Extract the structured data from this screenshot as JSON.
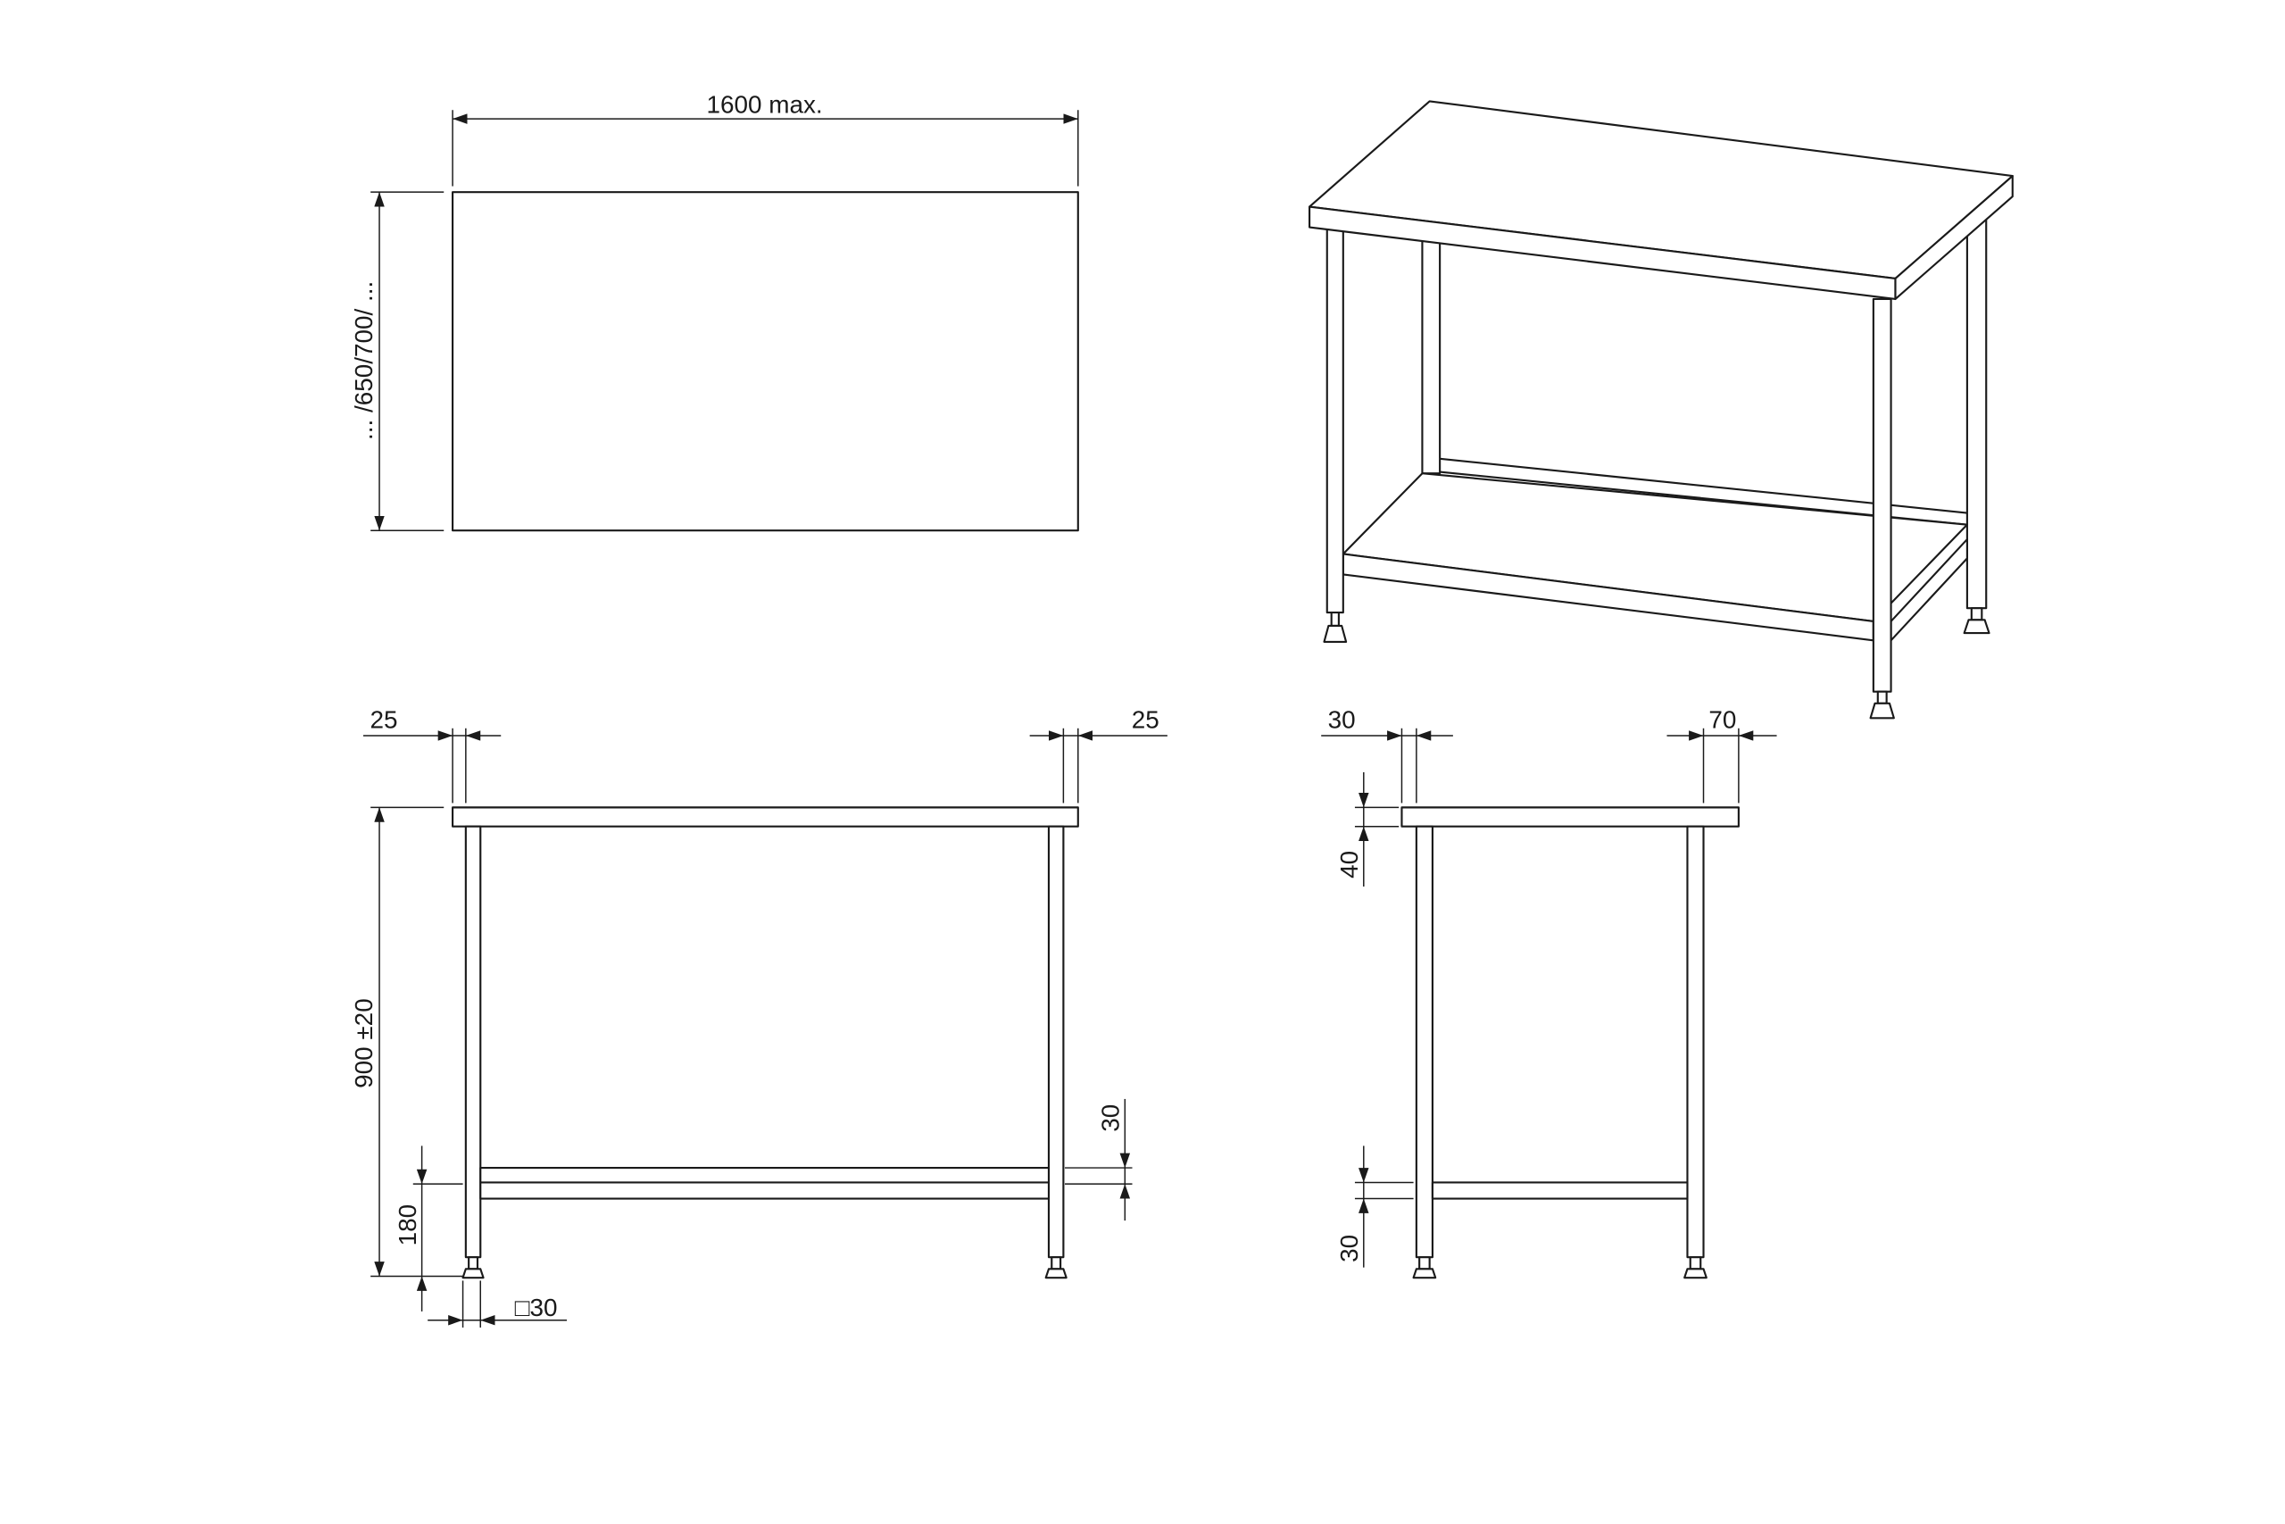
{
  "top_view": {
    "width_label": "1600 max.",
    "depth_label": "... /650/700/ ..."
  },
  "front_view": {
    "left_overhang_label": "25",
    "right_overhang_label": "25",
    "height_label": "900 ±20",
    "stretcher_height_label": "180",
    "stretcher_thickness_label": "30",
    "leg_section_label": "□30"
  },
  "side_view": {
    "front_overhang_label": "30",
    "rear_overhang_label": "70",
    "top_thickness_label": "40",
    "stretcher_thickness_label": "30"
  },
  "colors": {
    "line": "#1a1a1a",
    "background": "#ffffff"
  }
}
